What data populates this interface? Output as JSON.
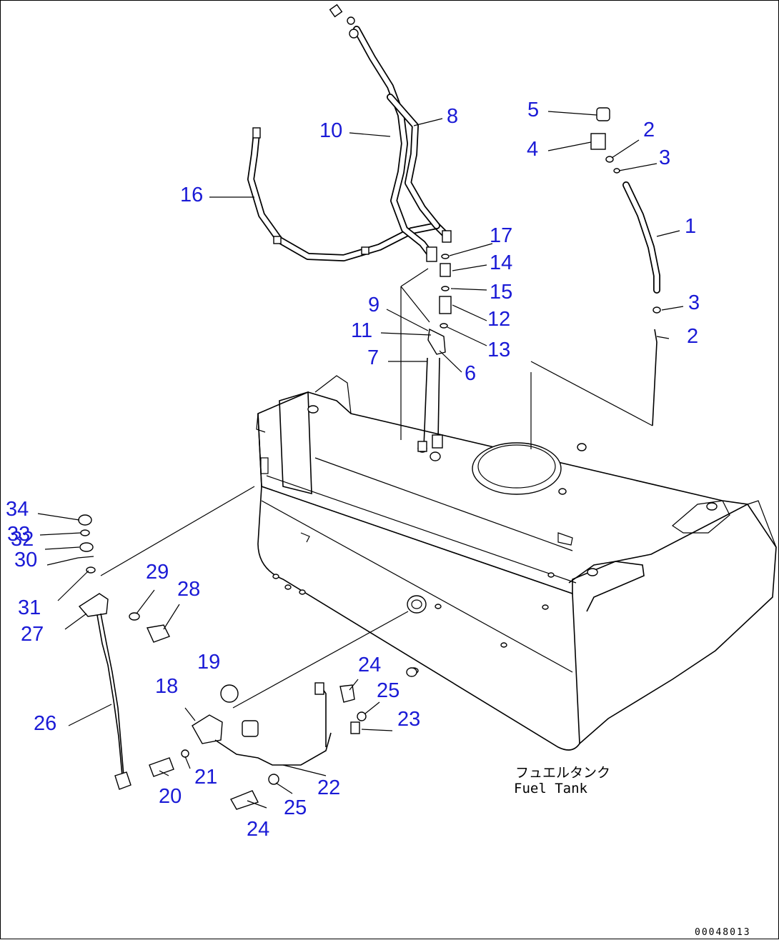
{
  "caption_jp": "フュエルタンク",
  "caption_en": "Fuel Tank",
  "drawing_code": "00048013",
  "callouts": [
    "1",
    "2",
    "2",
    "3",
    "3",
    "4",
    "5",
    "6",
    "7",
    "8",
    "9",
    "10",
    "11",
    "12",
    "13",
    "14",
    "15",
    "16",
    "17",
    "18",
    "19",
    "20",
    "21",
    "22",
    "23",
    "24",
    "24",
    "25",
    "25",
    "26",
    "27",
    "28",
    "29",
    "30",
    "31",
    "32",
    "33",
    "34"
  ]
}
